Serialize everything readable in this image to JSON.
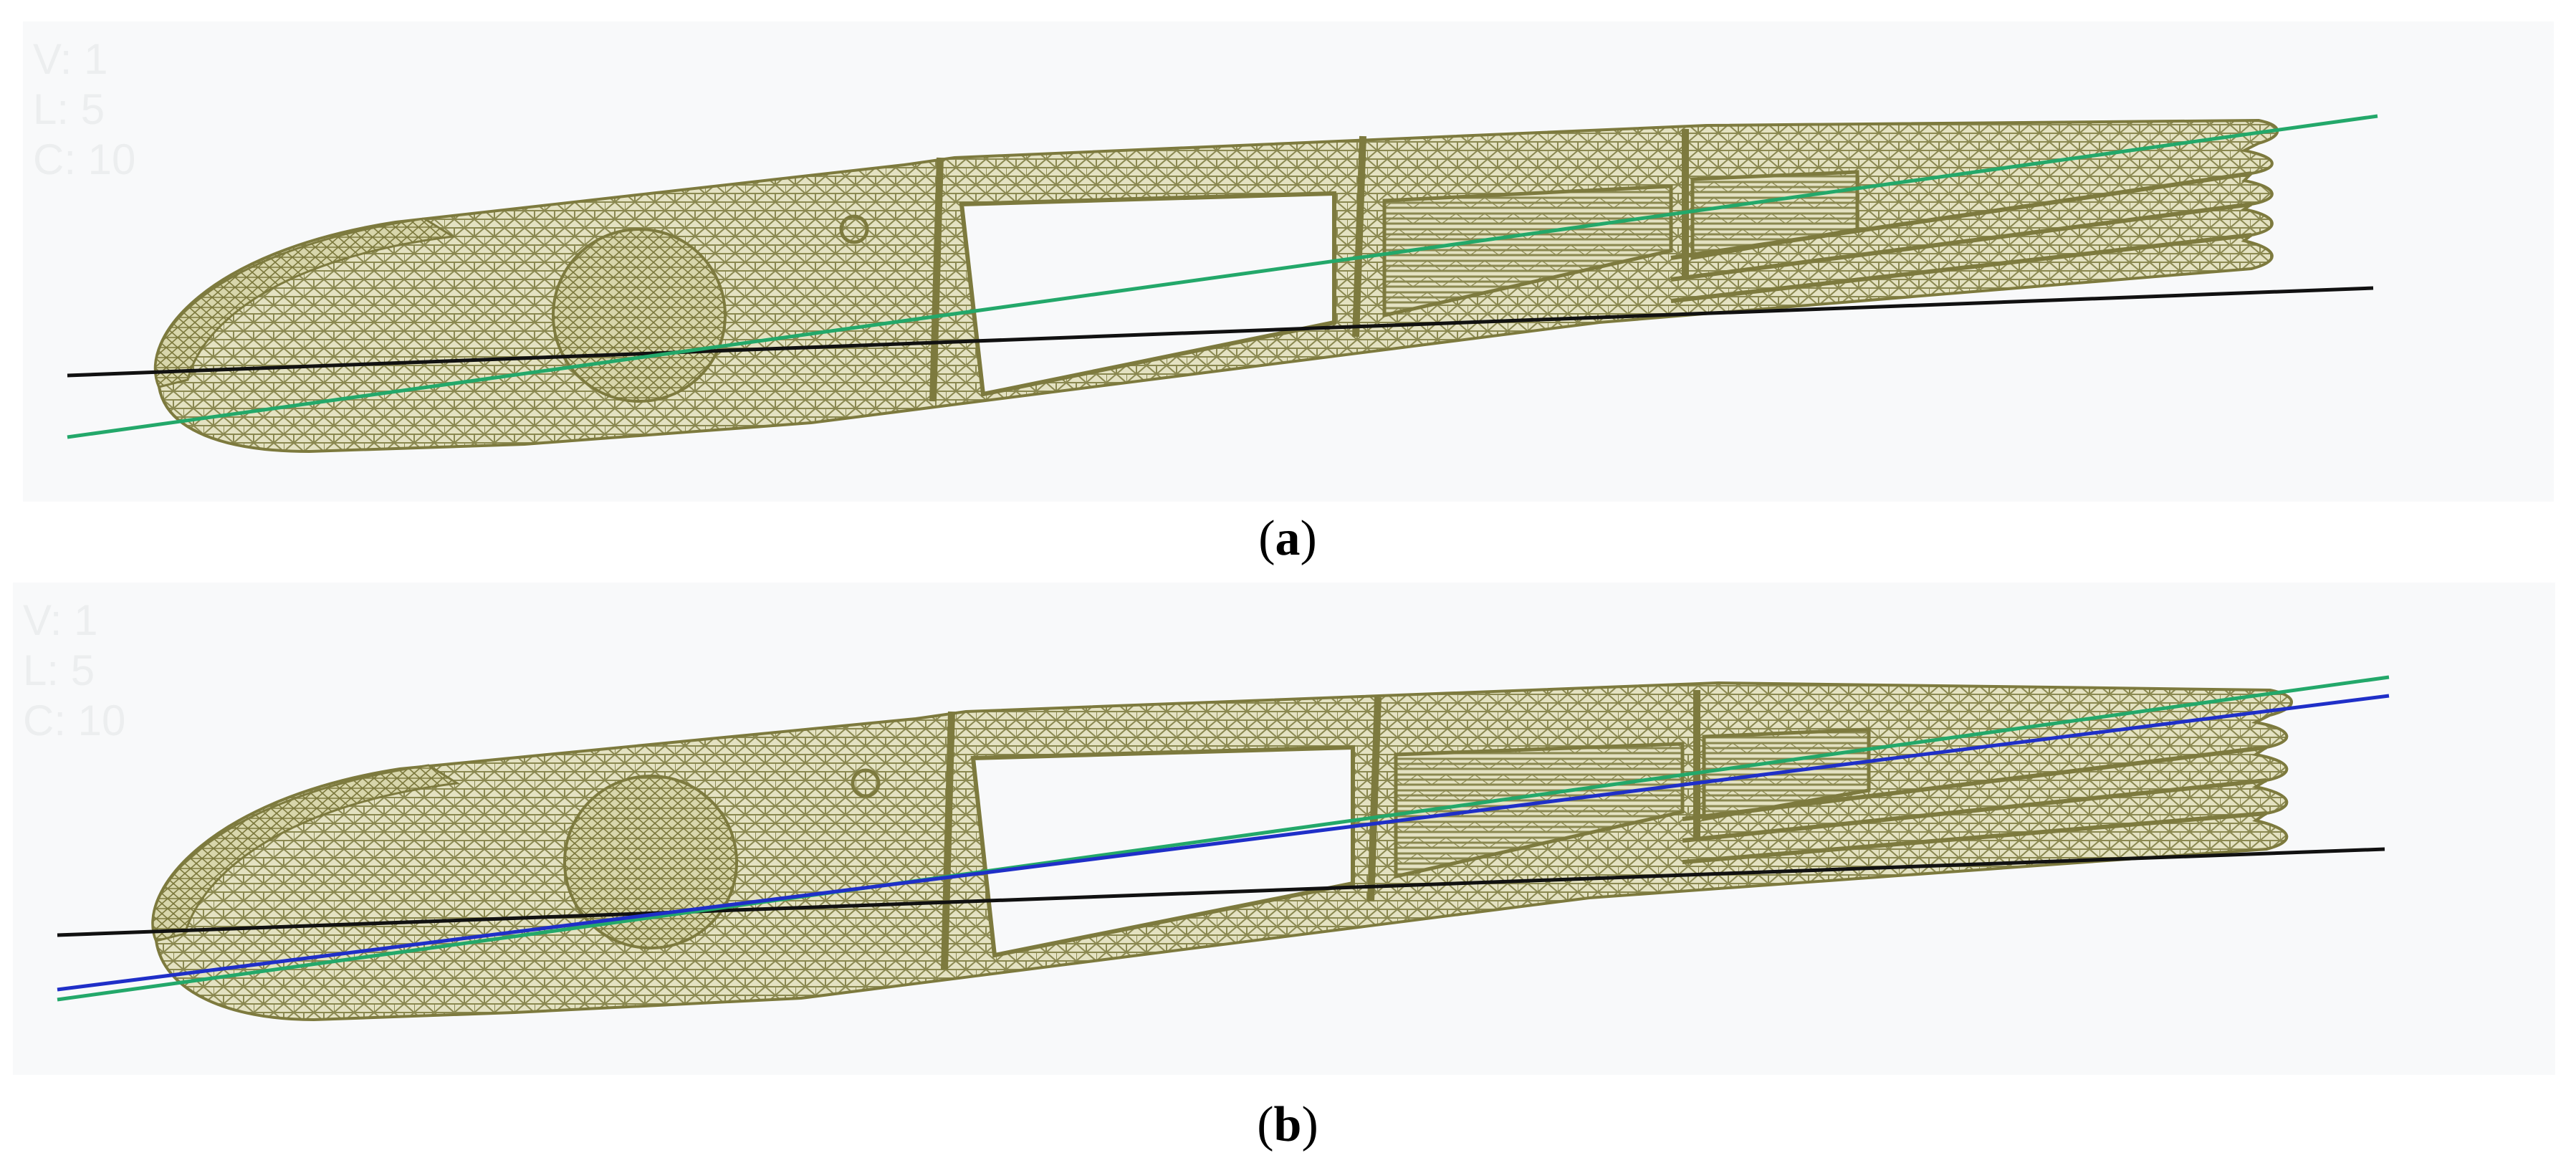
{
  "panels": [
    {
      "id": "a",
      "caption_open": "(",
      "caption_letter": "a",
      "caption_close": ")",
      "hud": {
        "v": "V: 1",
        "l": "L: 5",
        "c": "C: 10"
      }
    },
    {
      "id": "b",
      "caption_open": "(",
      "caption_letter": "b",
      "caption_close": ")",
      "hud": {
        "v": "V: 1",
        "l": "L: 5",
        "c": "C: 10"
      }
    }
  ],
  "colors": {
    "mesh_line": "#8a8850",
    "mesh_fill": "#e4e2c2",
    "mesh_dark": "#7d7a3e",
    "line_black": "#111111",
    "line_green": "#23a86a",
    "line_blue": "#1f2fc8",
    "background": "#f8f9fa"
  }
}
